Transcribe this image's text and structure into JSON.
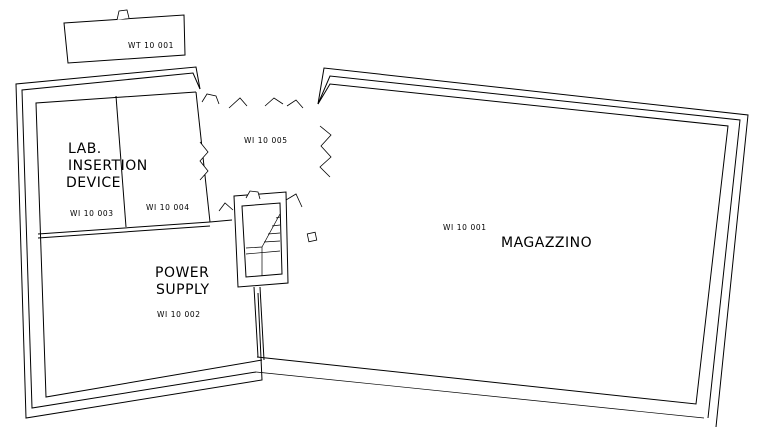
{
  "rooms": {
    "wt_outside": {
      "code": "WT 10 001"
    },
    "lab": {
      "name_line1": "LAB.",
      "name_line2": "INSERTION",
      "name_line3": "DEVICE",
      "code": "WI 10 003"
    },
    "small_room": {
      "code": "WI 10 004"
    },
    "corridor": {
      "code": "WI 10 005"
    },
    "power": {
      "name_line1": "POWER",
      "name_line2": "SUPPLY",
      "code": "WI 10 002"
    },
    "magazzino": {
      "name": "MAGAZZINO",
      "code": "WI 10 001"
    }
  }
}
